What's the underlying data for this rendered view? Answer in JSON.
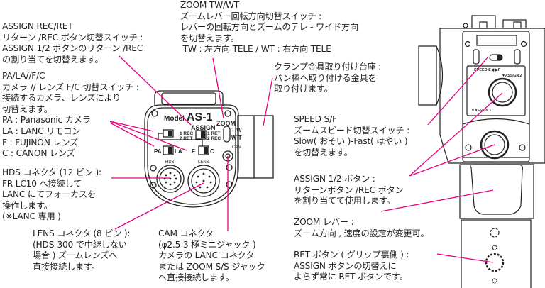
{
  "callouts": {
    "assign_rec_ret": [
      "ASSIGN REC/RET",
      "リターン /REC ボタン切替スイッチ :",
      "ASSIGN 1/2 ボタンのリターン /REC",
      "の割り当てを切替えます。"
    ],
    "pa_la_f_c": [
      "PA/LA//F/C",
      "カメラ // レンズ F/C 切替スイッチ :",
      "接続するカメラ、レンズにより",
      "切替えます。",
      "PA : Panasonic カメラ",
      "LA : LANC リモコン",
      "F : FUJINON レンズ",
      "C : CANON レンズ"
    ],
    "hds": [
      "HDS コネクタ (12 ピン ):",
      "FR-LC10 へ接続して",
      "LANC にてフォーカスを",
      "操作します。",
      "(※LANC 専用 )"
    ],
    "lens": [
      "LENS コネクタ (8 ピン ):",
      "(HDS-300 で中継しない",
      "場合 ) ズームレンズへ",
      "直接接続します。"
    ],
    "cam": [
      "CAM コネクタ",
      "(φ2.5 3 極ミニジャック )",
      "カメラの LANC コネクタ",
      "または ZOOM S/S ジャック",
      "へ直接接続します。"
    ],
    "zoom_tw_wt": [
      "ZOOM TW/WT",
      "ズームレバー回転方向切替スイッチ :",
      "レバーの回転方向とズームのテレ - ワイド方向",
      "を切替えます。",
      " TW : 左方向 TELE / WT : 右方向 TELE"
    ],
    "clamp": [
      "クランプ金具取り付け台座 :",
      "パン棒へ取り付ける金具を",
      "取り付けます。"
    ],
    "speed": [
      "SPEED S/F",
      "ズームスピード切替スイッチ :",
      "Slow( おそい )-Fast( はやい )",
      "を切替えます。"
    ],
    "assign_buttons": [
      "ASSIGN 1/2 ボタン :",
      "リターンボタン /REC ボタン",
      "を割り当てて使用します。"
    ],
    "zoom_lever": [
      "ZOOM レバー :",
      "ズーム方向 , 速度の設定が変更可。"
    ],
    "ret_button": [
      "RET ボタン ( グリップ裏側 ) :",
      "ASSIGN ボタンの切替えに",
      "よらず常に RET ボタンです。"
    ]
  },
  "device_labels": {
    "model": "Model",
    "model_name": "AS-1",
    "assign": "ASSIGN",
    "rec1": "1 REC",
    "ret2": "2 RET",
    "ret1": "1 RET",
    "rec2": "2 REC",
    "zoom": "ZOOM",
    "tw": "T W",
    "wt": "W T",
    "cam": "CAM",
    "pa": "PA",
    "la": "LA",
    "f": "F",
    "c": "C",
    "hds": "HDS",
    "lens": "LENS",
    "speed": "SPEED S◀  ▶F",
    "assign2": "▼ASSIGN 2",
    "assign1": "▼ASSIGN 1"
  },
  "colors": {
    "leader": "#e6007e",
    "line": "#222222"
  }
}
